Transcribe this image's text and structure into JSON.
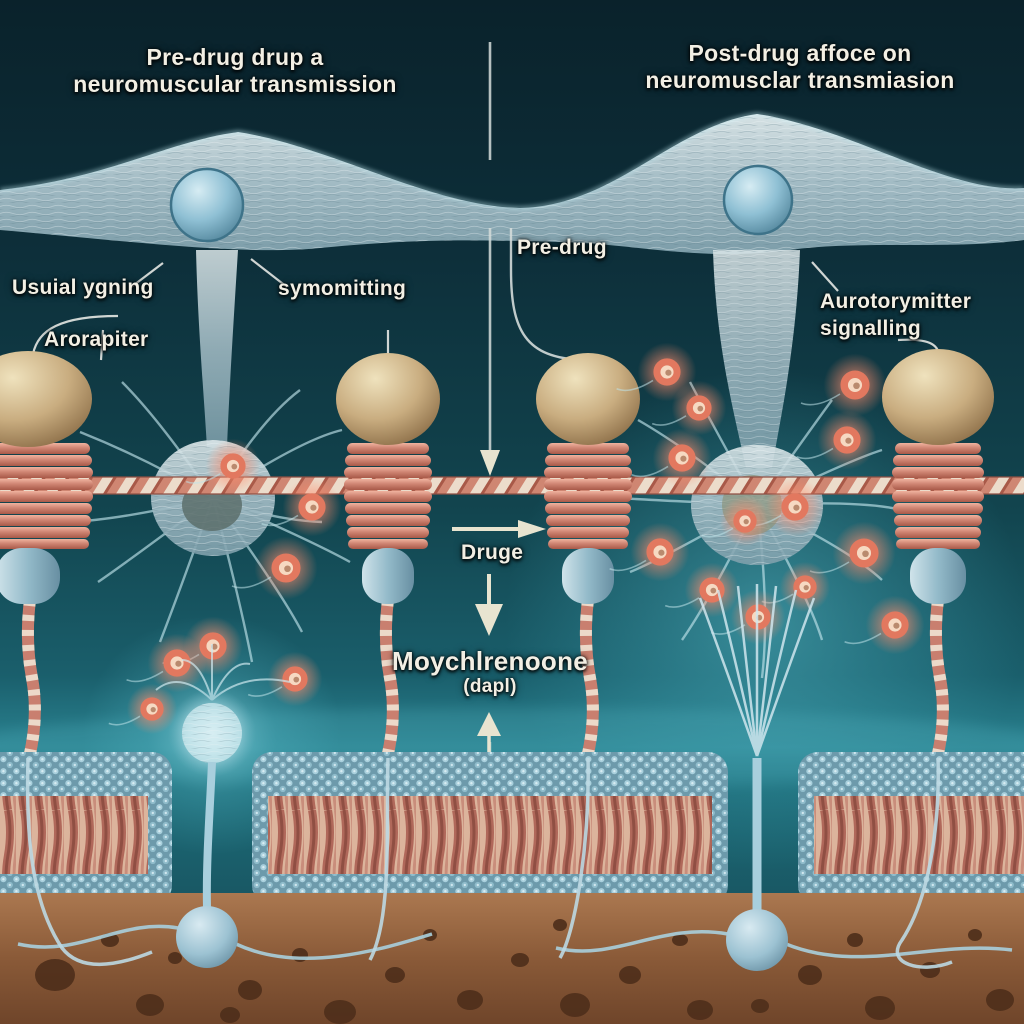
{
  "illustration": {
    "left_panel": {
      "title_line1": "Pre-drug drup a",
      "title_line2": "neuromuscular transmission"
    },
    "right_panel": {
      "title_line1": "Post-drug affoce on",
      "title_line2": "neuromusclar transmiasion"
    },
    "labels": {
      "usual_signaling": "Usuial ygning",
      "receptor": "Arorapiter",
      "transmitting": "symomitting",
      "pre_drug": "Pre-drug",
      "drug": "Druge",
      "drug_name_line1": "Moychlrenoone",
      "drug_name_line2": "(dapl)",
      "neurotransmitter_line1": "Aurotorymitter",
      "neurotransmitter_line2": "signalling"
    },
    "colors": {
      "background_dark_teal": "#0a222b",
      "background_mid_teal": "#155a68",
      "background_glow_teal": "#3f9fae",
      "neuron_body": "#aec6cf",
      "nucleus_blue": "#8fc0d4",
      "receptor_cap_tan": "#c9ad80",
      "receptor_coil_salmon": "#cf8573",
      "receptor_capsule_blue": "#93bac9",
      "rope_salmon": "#cf8672",
      "rope_cream": "#ecdccb",
      "vesicle_coral": "#e2785f",
      "vesicle_center": "#f6d9c2",
      "membrane_bead_blue": "#8fbccb",
      "membrane_tail_pink": "#b0685a",
      "tissue_brown": "#8a5a38",
      "tissue_hole_brown": "#4f2f1b",
      "bulb_blue": "#9cc2d2",
      "label_text": "#f2efe4",
      "arrow_cream": "#e8e4d0"
    }
  }
}
